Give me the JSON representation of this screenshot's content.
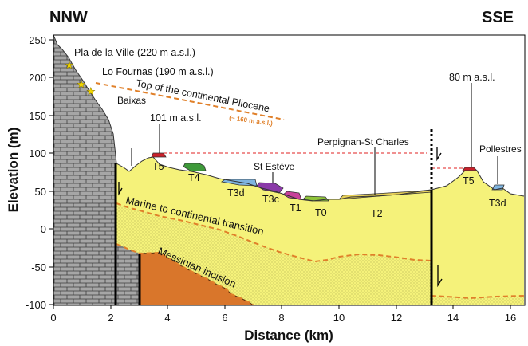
{
  "direction": {
    "left": "NNW",
    "right": "SSE"
  },
  "axes": {
    "x_label": "Distance (km)",
    "y_label": "Elevation (m)",
    "x_ticks": [
      "0",
      "2",
      "4",
      "6",
      "8",
      "10",
      "12",
      "14",
      "16"
    ],
    "y_ticks": [
      "250",
      "200",
      "150",
      "100",
      "50",
      "0",
      "-50",
      "-100"
    ]
  },
  "labels": {
    "pla": "Pla de la Ville (220 m a.s.l.)",
    "fournas": "Lo Fournas (190 m a.s.l.)",
    "pliocene": "Top of the continental Pliocene",
    "pliocene_note": "(~ 160 m a.s.l.)",
    "baixas": "Baixas",
    "m101": "101 m a.s.l.",
    "m80": "80 m a.s.l.",
    "perpignan": "Perpignan-St Charles",
    "steve": "St Estève",
    "pollestres": "Pollestres",
    "marine": "Marine to continental transition",
    "messinian": "Messinian incision"
  },
  "terraces": {
    "t5_left": "T5",
    "t4": "T4",
    "t3d_left": "T3d",
    "t3c": "T3c",
    "t1": "T1",
    "t0": "T0",
    "t2": "T2",
    "t5_right": "T5",
    "t3d_right": "T3d"
  },
  "colors": {
    "pliocene_fill": "#f5f27a",
    "basement_fill": "#a6a6a6",
    "messinian_fill": "#d9762b",
    "dashed_orange": "#e0802a",
    "reference_red": "#e02020",
    "t5": "#c8202a",
    "t4": "#3e9a3a",
    "t3": "#7fb4e0",
    "t3c": "#8a3aa8",
    "t1": "#c8409a",
    "t0": "#8fc43a",
    "t2": "#e6cf58"
  }
}
